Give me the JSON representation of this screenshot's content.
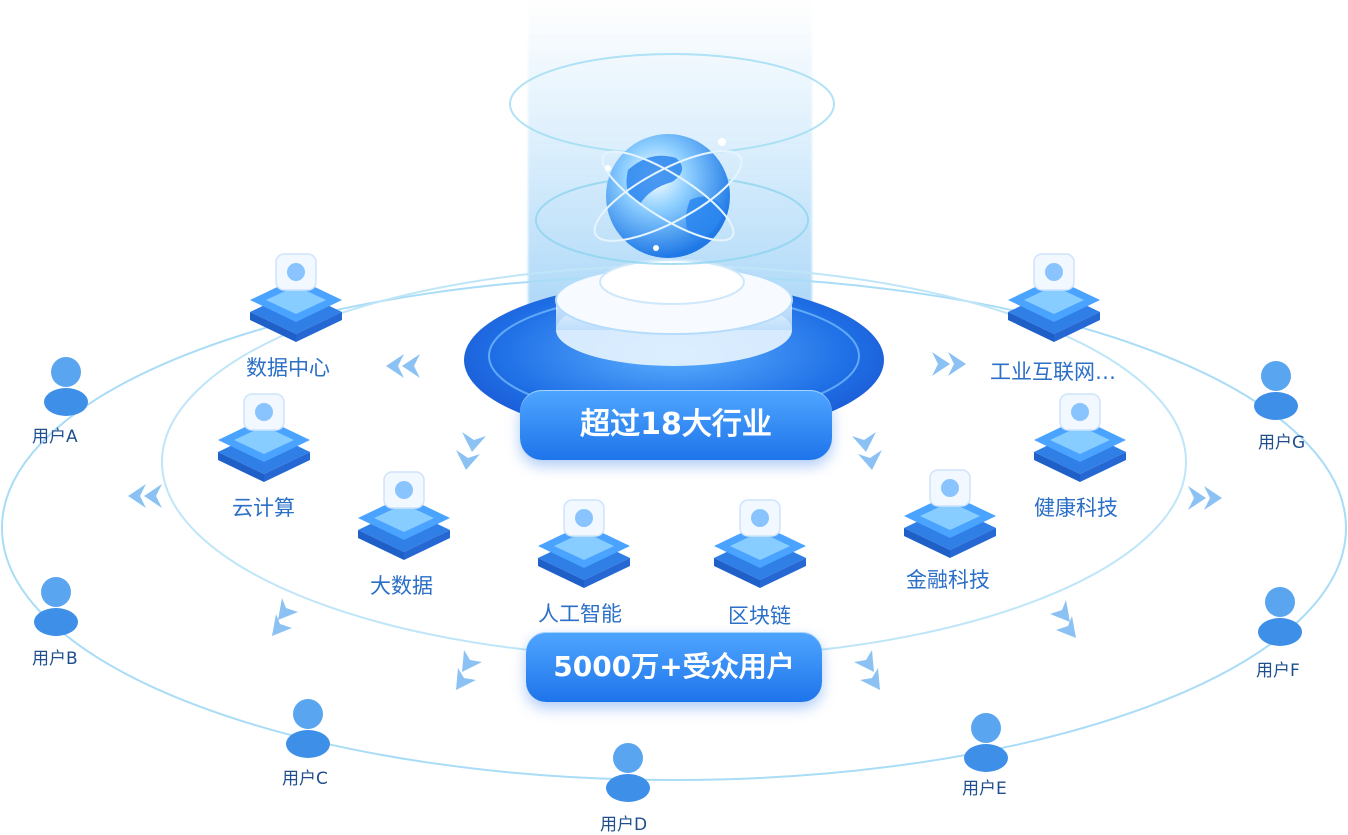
{
  "center_top_label": "超过18大行业",
  "center_bottom_label": "5000万+受众用户",
  "industries": [
    {
      "label": "数据中心",
      "icon": "chart-board-icon"
    },
    {
      "label": "云计算",
      "icon": "cloud-icon"
    },
    {
      "label": "大数据",
      "icon": "pie-chart-icon"
    },
    {
      "label": "人工智能",
      "icon": "ai-head-icon"
    },
    {
      "label": "区块链",
      "icon": "blockchain-cubes-icon"
    },
    {
      "label": "金融科技",
      "icon": "money-bag-icon"
    },
    {
      "label": "健康科技",
      "icon": "medical-kit-icon"
    },
    {
      "label": "工业互联网…",
      "icon": "globe-network-icon"
    }
  ],
  "users": [
    {
      "label": "用户A"
    },
    {
      "label": "用户B"
    },
    {
      "label": "用户C"
    },
    {
      "label": "用户D"
    },
    {
      "label": "用户E"
    },
    {
      "label": "用户F"
    },
    {
      "label": "用户G"
    }
  ],
  "colors": {
    "accent": "#1e74ea",
    "accent_light": "#4fa6ff",
    "label": "#2b6fc7",
    "user": "#3d8fe8"
  }
}
